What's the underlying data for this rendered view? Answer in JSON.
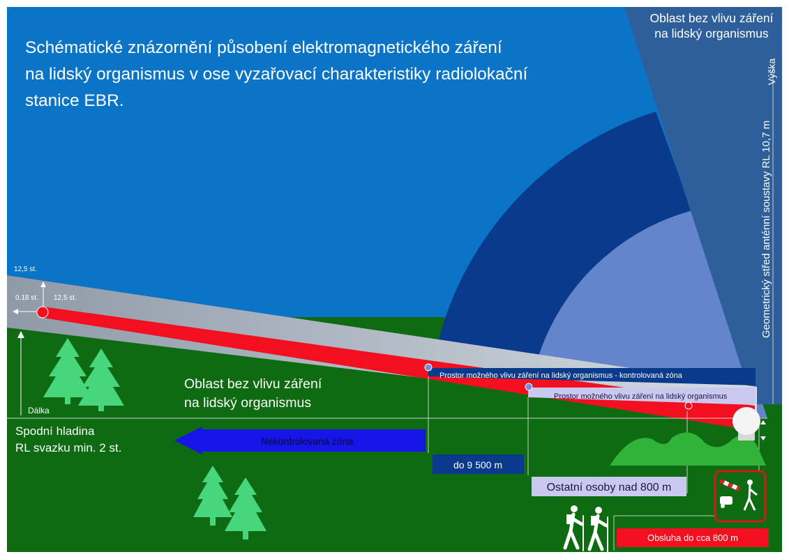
{
  "title_lines": [
    "Schématické znázornění působení elektromagnetického záření",
    "na lidský organismus v ose vyzařovací charakteristiky radiolokační",
    "stanice EBR."
  ],
  "top_right_label_lines": [
    "Oblast bez vlivu záření",
    "na lidský organismus"
  ],
  "height_axis_label": "Výška",
  "antenna_center_label": "Geometrický střed anténní soustavy RL 10,7 m",
  "beam_angle_labels": {
    "top": "12,5 st.",
    "left": "0,18 st.",
    "right": "12,5 st."
  },
  "distance_axis_label": "Dálka",
  "no_effect_ground_lines": [
    "Oblast bez vlivu záření",
    "na lidský organismus"
  ],
  "lower_beam_lines": [
    "Spodní hladina",
    "RL svazku min. 2 st."
  ],
  "uncontrolled_zone_label": "Nekontrolovaná zóna",
  "controlled_zone_label": "Prostor možného vlivu záření na lidský organismus - kontrolovaná zóna",
  "possible_effect_label": "Prostor možného vlivu záření na lidský organismus",
  "distance_limit_label": "do 9 500 m",
  "other_persons_label": "Ostatní osoby nad 800 m",
  "operators_label": "Obsluha do cca 800 m",
  "colors": {
    "sky": "#0c74c6",
    "dark_sector": "#0a3a8c",
    "light_sector": "#6285cc",
    "side_band": "#2f5f9a",
    "ground": "#0e6b12",
    "beam_red": "#f20f1f",
    "controlled_zone": "#0a3a8c",
    "possible_zone": "#c9c8f1",
    "uncontrolled_arrow": "#1515e8",
    "tree": "#48d67c",
    "hill": "#31b33a"
  },
  "icons": [
    "tree-icon",
    "hiker-icon",
    "barrier-warning-icon",
    "radar-dome-icon"
  ]
}
